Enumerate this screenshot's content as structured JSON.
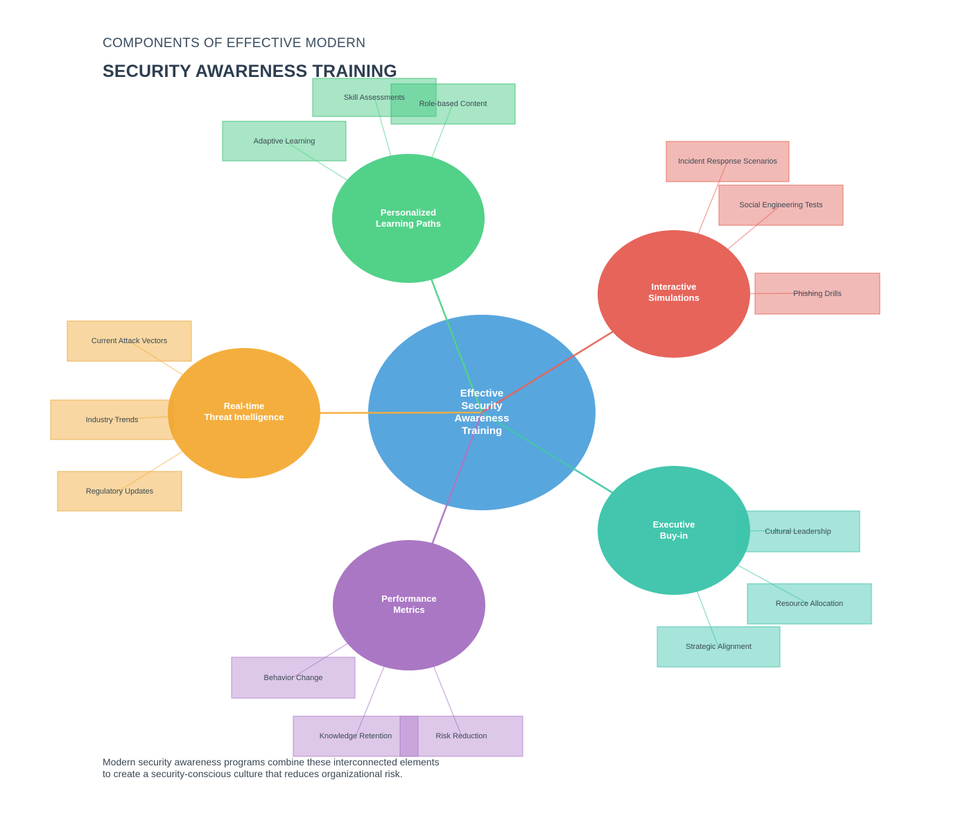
{
  "title": {
    "line1": "COMPONENTS OF EFFECTIVE MODERN",
    "line2": "SECURITY AWARENESS TRAINING"
  },
  "footer": {
    "text": "Modern security awareness programs combine these interconnected elements\nto create a security-conscious culture that reduces organizational risk."
  },
  "center": {
    "label": "Effective\nSecurity\nAwareness\nTraining",
    "color": "#58a6de"
  },
  "branches": [
    {
      "id": "personalized-learning-paths",
      "label": "Personalized\nLearning Paths",
      "color": "#52d189",
      "leaf_fill": "#3fc87e73",
      "leaf_border": "#2eb86a",
      "leaves": [
        "Skill Assessments",
        "Role-based Content",
        "Adaptive Learning"
      ]
    },
    {
      "id": "interactive-simulations",
      "label": "Interactive\nSimulations",
      "color": "#e6645a",
      "leaf_fill": "#e05a506b",
      "leaf_border": "#e0584c",
      "leaves": [
        "Incident Response Scenarios",
        "Social Engineering Tests",
        "Phishing Drills"
      ]
    },
    {
      "id": "real-time-threat-intelligence",
      "label": "Real-time\nThreat Intelligence",
      "color": "#f4ae3d",
      "leaf_fill": "#f0a63073",
      "leaf_border": "#e8a83f",
      "leaves": [
        "Current Attack Vectors",
        "Industry Trends",
        "Regulatory Updates"
      ]
    },
    {
      "id": "executive-buy-in",
      "label": "Executive\nBuy-in",
      "color": "#43c6ad",
      "leaf_fill": "#3cc3aa73",
      "leaf_border": "#3cc3aa",
      "leaves": [
        "Cultural Leadership",
        "Resource Allocation",
        "Strategic Alignment"
      ]
    },
    {
      "id": "performance-metrics",
      "label": "Performance\nMetrics",
      "color": "#aa77c4",
      "leaf_fill": "#a66ec461",
      "leaf_border": "#a66ec4",
      "leaves": [
        "Behavior Change",
        "Knowledge Retention",
        "Risk Reduction"
      ]
    }
  ]
}
